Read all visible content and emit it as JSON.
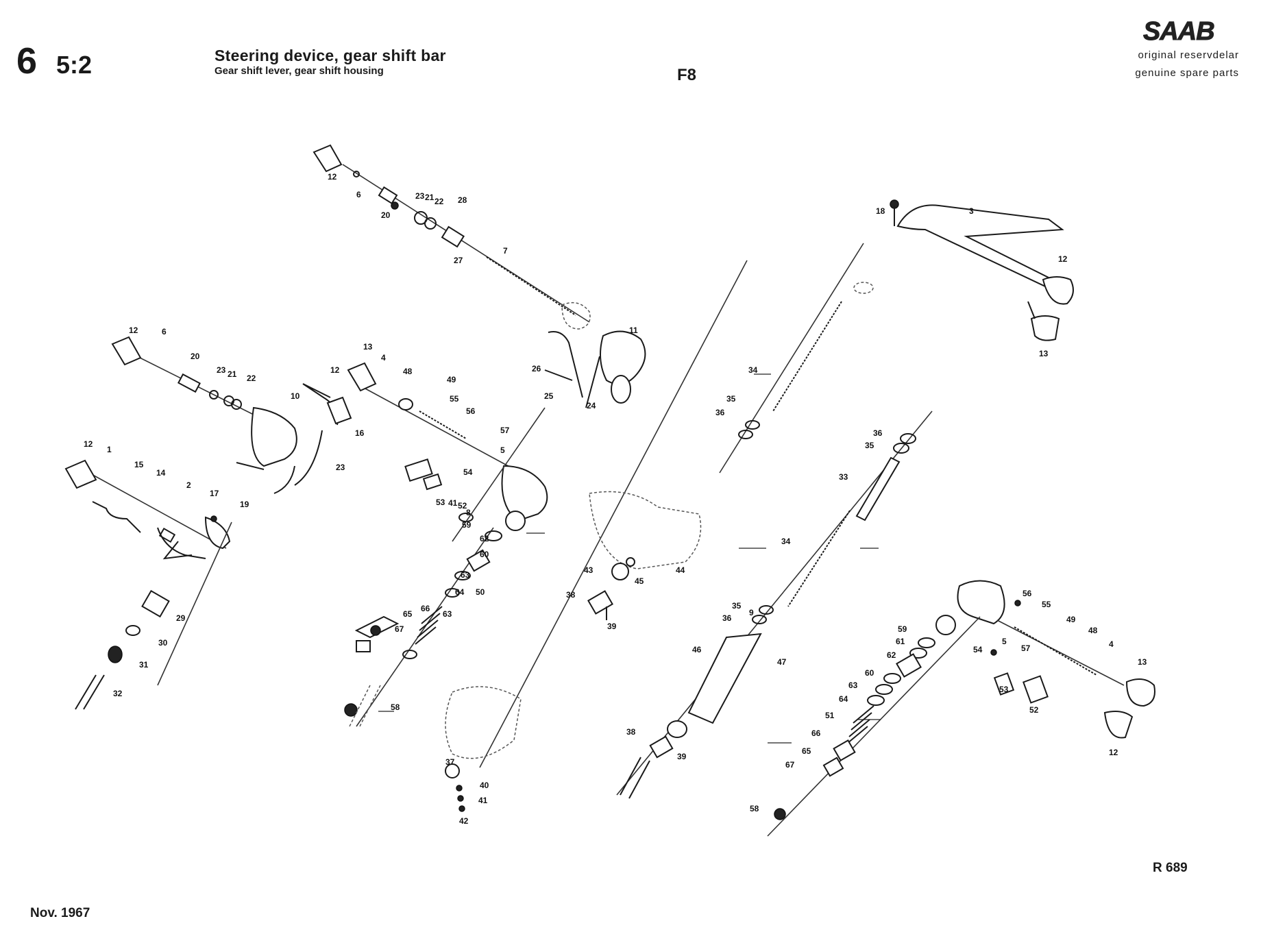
{
  "header": {
    "section": "6",
    "subsection": "5:2",
    "title": "Steering device, gear shift bar",
    "subtitle": "Gear shift lever, gear shift housing",
    "code": "F8"
  },
  "brand": {
    "logo_text": "SAAB",
    "tagline_1": "original reservdelar",
    "tagline_2": "genuine spare parts"
  },
  "footer": {
    "reference": "R 689",
    "date": "Nov. 1967"
  },
  "diagram": {
    "assemblies": [
      {
        "name": "upper-left-lever",
        "callouts": [
          "12",
          "6",
          "20",
          "23",
          "21",
          "22",
          "28",
          "27",
          "7",
          "11",
          "26",
          "25",
          "24"
        ]
      },
      {
        "name": "middle-left-lever",
        "callouts": [
          "12",
          "6",
          "20",
          "23",
          "21",
          "22",
          "10",
          "12",
          "16",
          "23",
          "19"
        ]
      },
      {
        "name": "lower-left-lever",
        "callouts": [
          "12",
          "1",
          "15",
          "14",
          "2",
          "17",
          "29",
          "30",
          "31",
          "32"
        ]
      },
      {
        "name": "center-housing",
        "callouts": [
          "13",
          "4",
          "48",
          "49",
          "55",
          "56",
          "57",
          "5",
          "54",
          "52",
          "53",
          "41",
          "8",
          "59",
          "62",
          "60",
          "63",
          "64",
          "50",
          "63",
          "66",
          "65",
          "67",
          "58"
        ]
      },
      {
        "name": "center-column",
        "callouts": [
          "43",
          "45",
          "44",
          "38",
          "39",
          "37",
          "40",
          "41",
          "42"
        ]
      },
      {
        "name": "right-upper-lever",
        "callouts": [
          "18",
          "3",
          "12",
          "13",
          "34",
          "35",
          "36"
        ]
      },
      {
        "name": "right-column",
        "callouts": [
          "36",
          "35",
          "33",
          "34",
          "35",
          "36",
          "46",
          "47",
          "38",
          "39"
        ]
      },
      {
        "name": "right-lower-housing",
        "callouts": [
          "9",
          "56",
          "55",
          "49",
          "48",
          "4",
          "13",
          "59",
          "61",
          "62",
          "60",
          "63",
          "64",
          "51",
          "66",
          "65",
          "67",
          "54",
          "5",
          "57",
          "53",
          "52",
          "12",
          "58"
        ]
      }
    ]
  }
}
